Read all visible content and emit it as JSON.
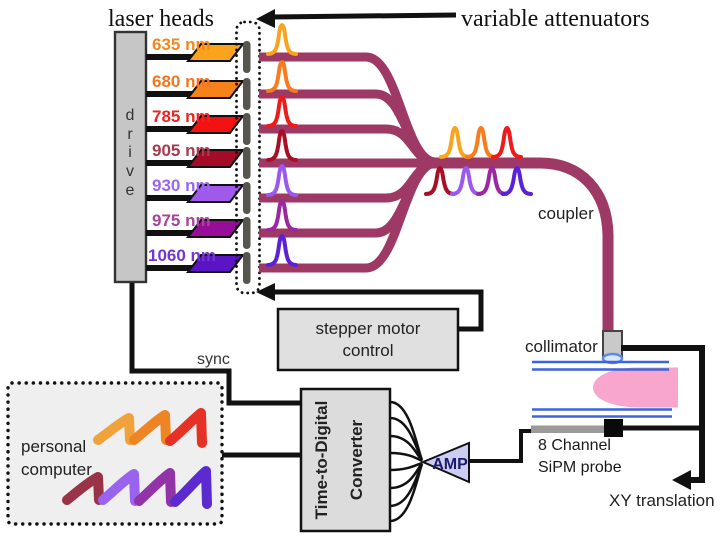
{
  "labels": {
    "laser_heads": "laser heads",
    "variable_attenuators": "variable attenuators",
    "coupler": "coupler",
    "collimator": "collimator",
    "sync": "sync",
    "xy_translation": "XY translation"
  },
  "drive": {
    "label": "drive",
    "letters": [
      "d",
      "r",
      "i",
      "v",
      "e"
    ]
  },
  "channels": [
    {
      "wavelength": "635 nm",
      "label_color": "#f2871c",
      "head_color": "#fba31c",
      "pulse_color": "#f9a41f"
    },
    {
      "wavelength": "680 nm",
      "label_color": "#f2751f",
      "head_color": "#f5821a",
      "pulse_color": "#f77c1d"
    },
    {
      "wavelength": "785 nm",
      "label_color": "#ee2222",
      "head_color": "#f31111",
      "pulse_color": "#ef1a1a"
    },
    {
      "wavelength": "905 nm",
      "label_color": "#a83a50",
      "head_color": "#a50a26",
      "pulse_color": "#a80e24"
    },
    {
      "wavelength": "930 nm",
      "label_color": "#9a66f0",
      "head_color": "#a159ec",
      "pulse_color": "#9a5af0"
    },
    {
      "wavelength": "975 nm",
      "label_color": "#a8439a",
      "head_color": "#980d98",
      "pulse_color": "#9c28a0"
    },
    {
      "wavelength": "1060 nm",
      "label_color": "#7436ce",
      "head_color": "#5b14c6",
      "pulse_color": "#5a22d4"
    }
  ],
  "attenuators": {
    "bar_color": "#56564e"
  },
  "fiber": {
    "color": "#9e3966"
  },
  "stepper_motor": {
    "line1": "stepper motor",
    "line2": "control"
  },
  "personal_computer": {
    "line1": "personal",
    "line2": "computer",
    "waveform_top_colors": [
      "#f0a33c",
      "#ef8425",
      "#e63226"
    ],
    "waveform_bottom_colors": [
      "#993347",
      "#9a63ef",
      "#9233a8",
      "#5b2bd0"
    ]
  },
  "tdc": {
    "line1": "Time-to-Digital",
    "line2": "Converter"
  },
  "amp": {
    "label": "AMP",
    "fill": "#cdcdf4",
    "text_color": "#1b1b6e"
  },
  "probe": {
    "line1": "8 Channel",
    "line2": "SiPM probe"
  },
  "sample": {
    "pink": "#f8a6cd",
    "blue_line": "#3c64dd",
    "glow": "#5b8bf0"
  }
}
